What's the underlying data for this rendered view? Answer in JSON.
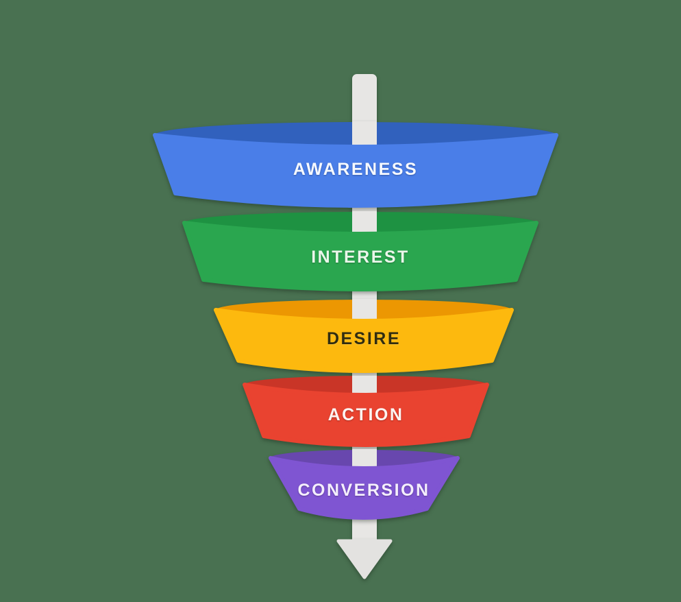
{
  "diagram": {
    "name": "marketing-funnel",
    "background_color": "#497151",
    "arrow": {
      "color": "#e7e6e4",
      "head_color": "#e3e2e0"
    },
    "segments": [
      {
        "label": "AWARENESS",
        "face_color": "#4a7ee8",
        "rim_color": "#3161bd",
        "text_color": "#f6f9ff"
      },
      {
        "label": "INTEREST",
        "face_color": "#2aa64f",
        "rim_color": "#1e9242",
        "text_color": "#eaf6ea"
      },
      {
        "label": "DESIRE",
        "face_color": "#fdb90e",
        "rim_color": "#ec9702",
        "text_color": "#312d10"
      },
      {
        "label": "ACTION",
        "face_color": "#e94330",
        "rim_color": "#c93527",
        "text_color": "#fdf3f1"
      },
      {
        "label": "CONVERSION",
        "face_color": "#7f55d2",
        "rim_color": "#6847ae",
        "text_color": "#f4eefc"
      }
    ]
  }
}
